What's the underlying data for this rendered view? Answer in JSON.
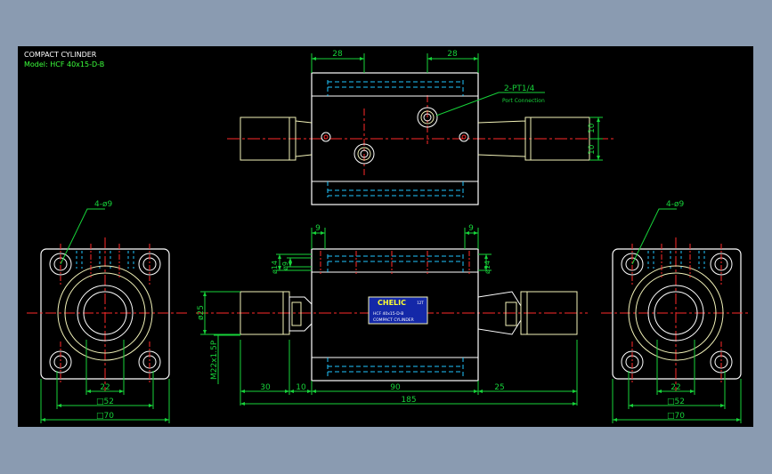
{
  "title_block": {
    "line1": "COMPACT CYLINDER",
    "line2": "Model: HCF 40x15-D-B"
  },
  "colors": {
    "background": "#000000",
    "frame": "#8a9bb1",
    "outline": "#ffffff",
    "centerline": "#ff2a2a",
    "hidden_line": "#21c6ff",
    "dimension": "#17d33a",
    "rod_outline": "#f2f2b8",
    "nameplate_bg": "#1428a8",
    "title_text": "#ffffff",
    "model_text": "#3cff3c"
  },
  "top_view": {
    "dim_left": "28",
    "dim_right": "28",
    "port_label": "2-PT1/4",
    "port_sublabel": "Port Connection",
    "dim_v1": "10",
    "dim_v2": "10"
  },
  "left_end_view": {
    "hole_label": "4-ø9",
    "dim_inner": "22",
    "dim_mid": "□52",
    "dim_outer": "□70"
  },
  "right_end_view": {
    "hole_label": "4-ø9",
    "dim_inner": "22",
    "dim_mid": "□52",
    "dim_outer": "□70"
  },
  "front_view": {
    "dim_top_left": "9",
    "dim_top_right": "9",
    "dim_phi14_left": "ø14",
    "dim_phi9": "ø9",
    "dim_phi14_right": "ø14",
    "dim_phi25": "ø25",
    "thread_label": "M22x1.5P",
    "dim_30": "30",
    "dim_10": "10",
    "dim_90": "90",
    "dim_25": "25",
    "dim_185": "185",
    "nameplate": {
      "brand": "CHELIC",
      "mark": "12T",
      "model": "HCF 40x15-D-B",
      "type": "COMPACT CYLINDER"
    }
  }
}
